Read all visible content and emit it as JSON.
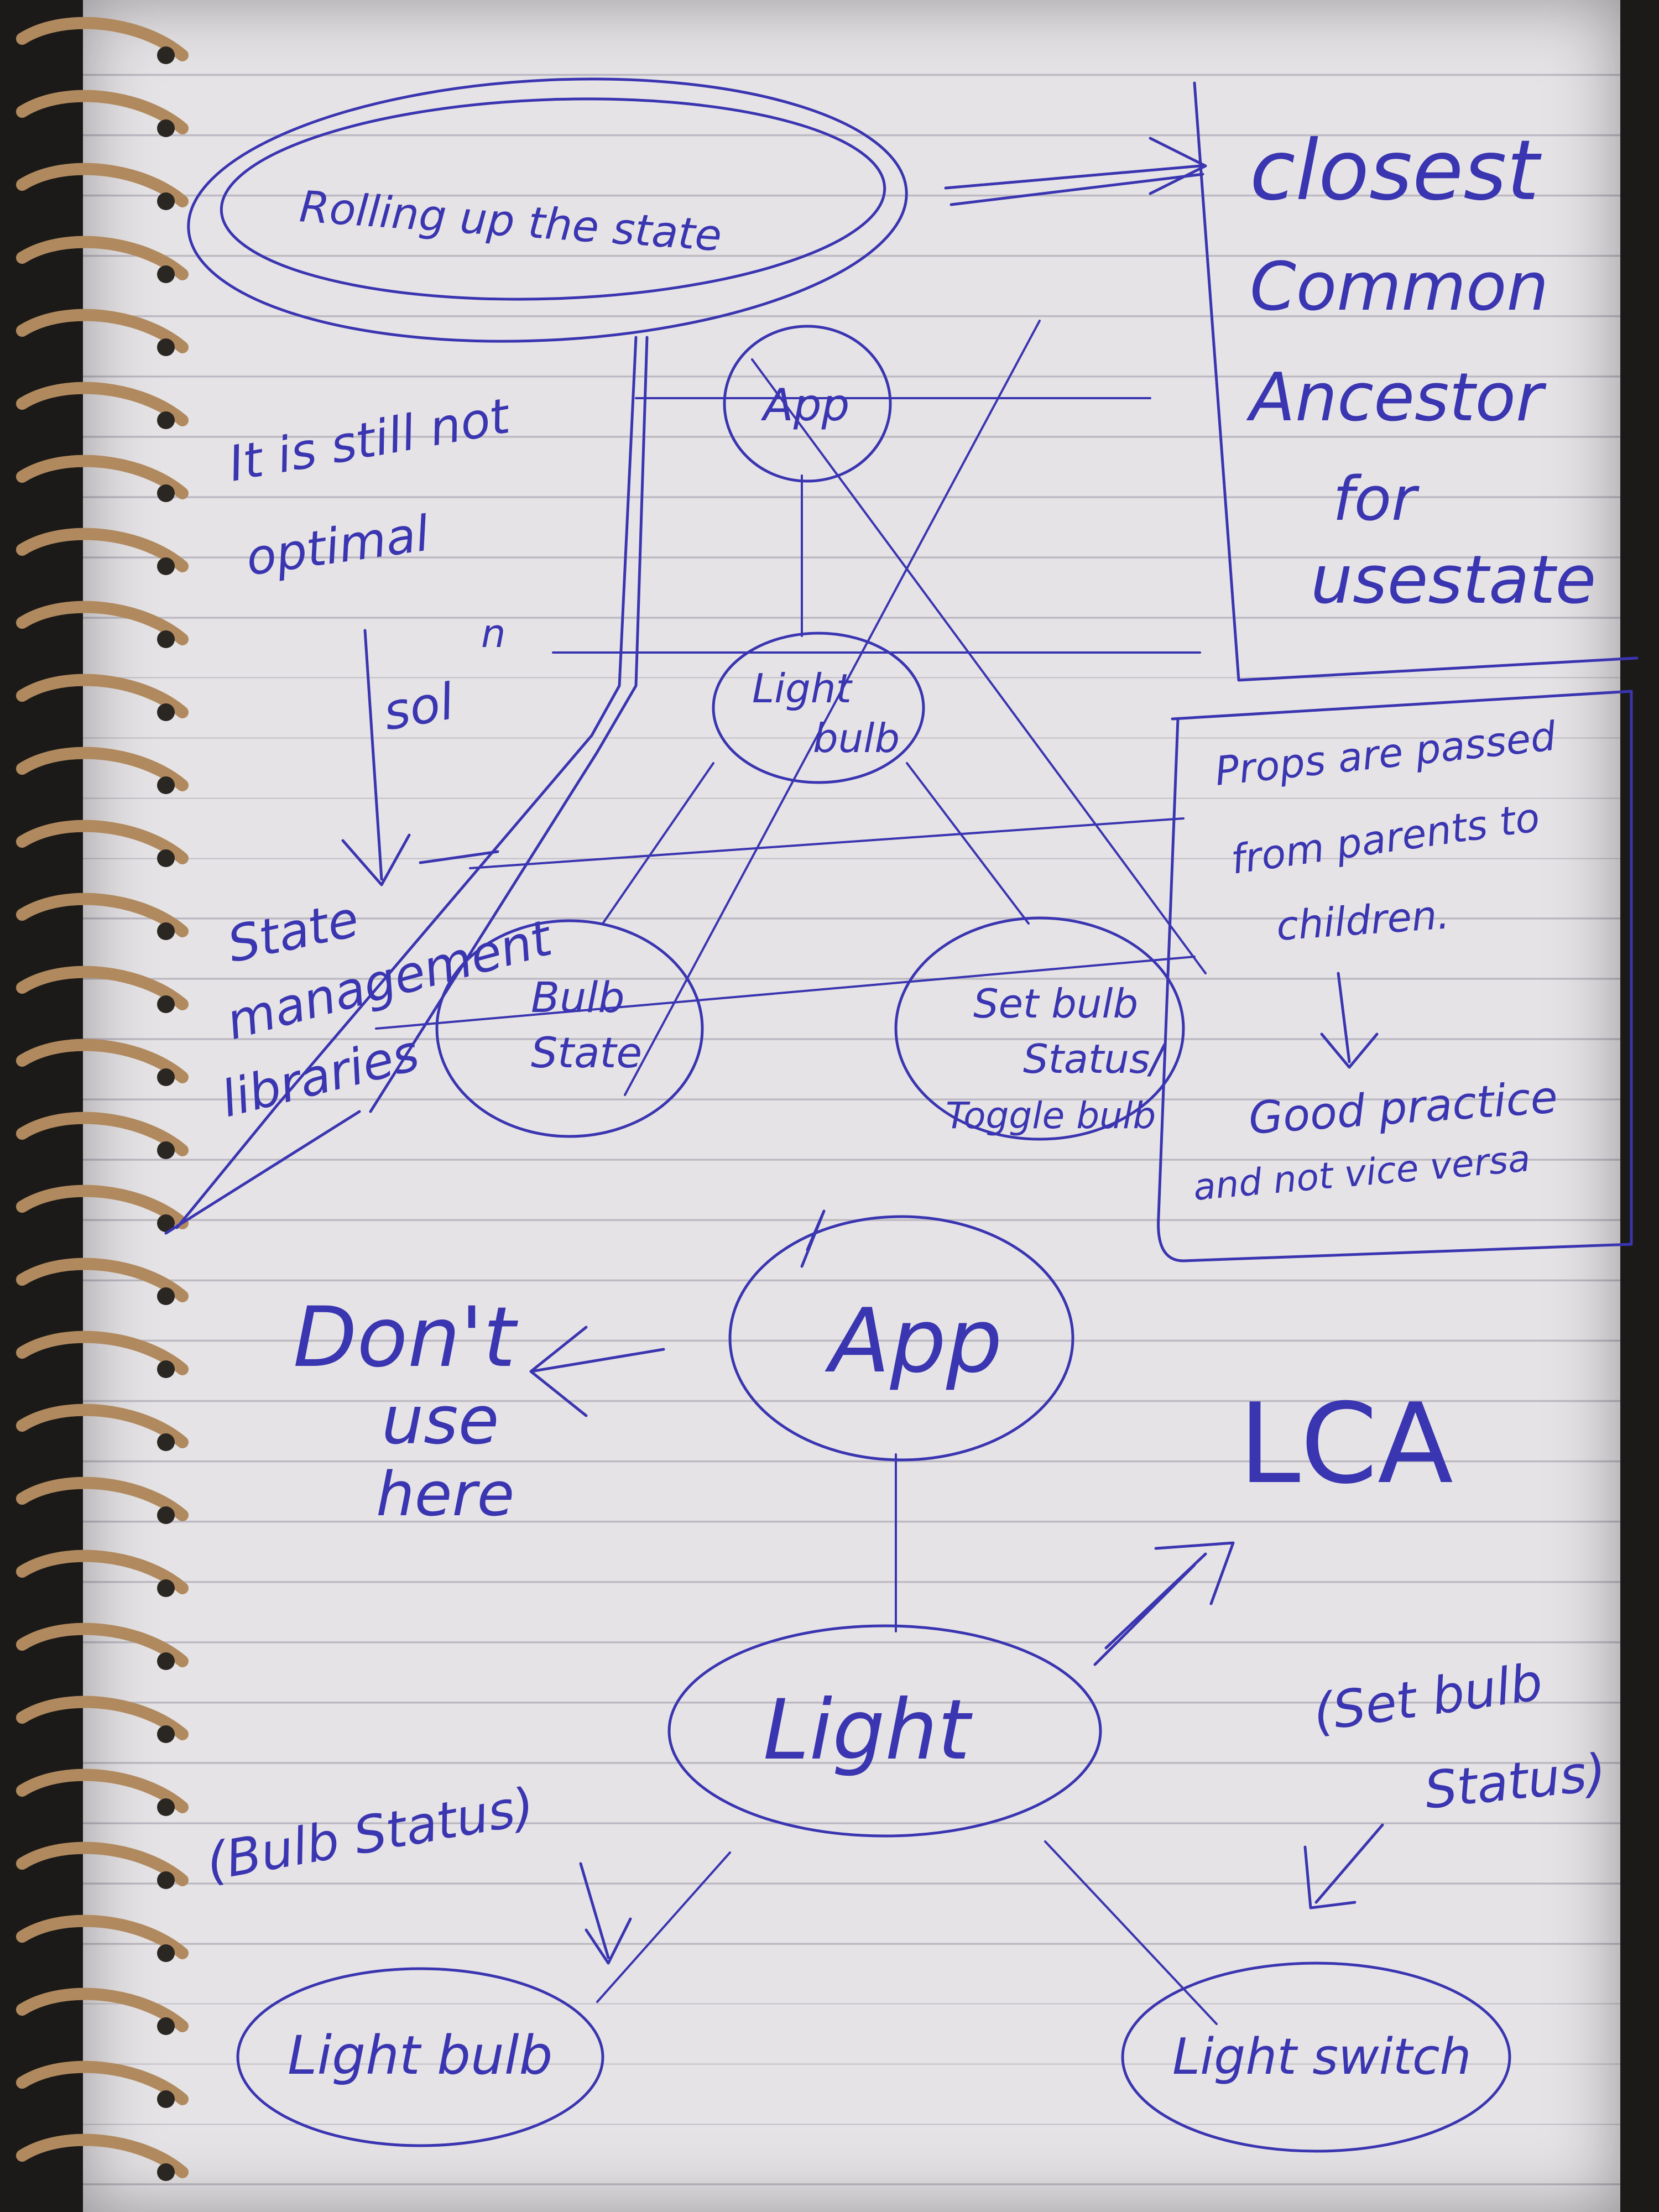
{
  "notes": {
    "rolling_up": "Rolling up the state",
    "closest_box": [
      "closest",
      "Common",
      "Ancestor",
      "for",
      "usestate"
    ],
    "not_optimal": [
      "It is still not",
      "optimal"
    ],
    "soln": "sol",
    "soln_sup": "n",
    "state_mgmt": [
      "State",
      "management",
      "libraries"
    ],
    "props_box": [
      "Props are passed",
      "from parents to",
      "children."
    ],
    "good_practice": [
      "Good practice",
      "and not vice versa"
    ],
    "dont_use": [
      "Don't",
      "use",
      "here"
    ],
    "lca": "LCA",
    "bulb_status_prop": "(Bulb Status)",
    "set_bulb_status_prop": [
      "(Set bulb",
      "Status)"
    ]
  },
  "tree_top": {
    "app": "App",
    "light_bulb": [
      "Light",
      "bulb"
    ],
    "bulb_state": [
      "Bulb",
      "State"
    ],
    "set_bulb": [
      "Set bulb",
      "Status/",
      "Toggle bulb"
    ]
  },
  "tree_bottom": {
    "app": "App",
    "light": "Light",
    "light_bulb": "Light bulb",
    "light_switch": "Light switch"
  },
  "colors": {
    "ink": "#3a35b0",
    "paper": "#e6e3e6",
    "ruling": "#b9b6c0",
    "spiral": "#b08a5e"
  }
}
